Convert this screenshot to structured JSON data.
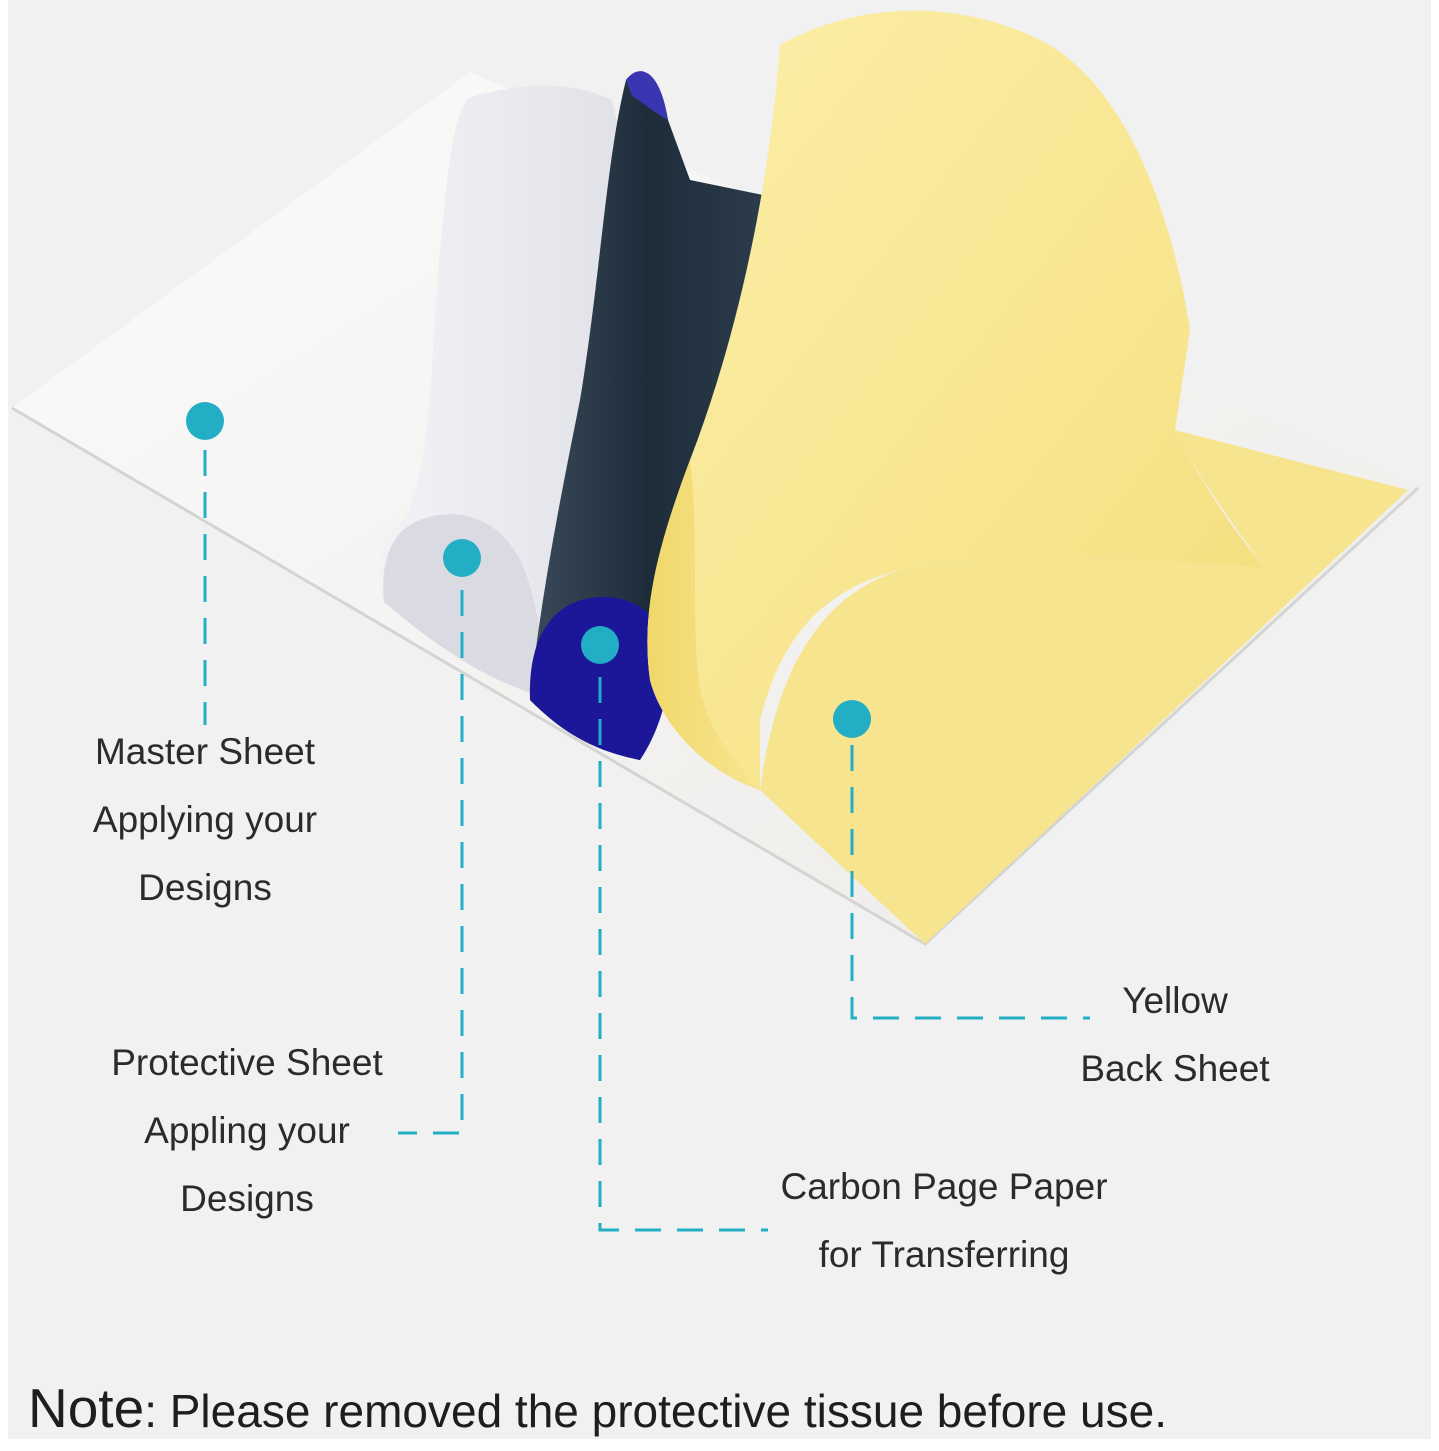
{
  "colors": {
    "background": "#f1f1f1",
    "marker": "#22aec5",
    "leader": "#22aec5",
    "master_sheet": "#f6f6f4",
    "protective_sheet": "#e9eaef",
    "carbon_sheet": "#263448",
    "carbon_inner": "#1c1698",
    "yellow_sheet": "#f8e693",
    "text": "#2b2b2b"
  },
  "labels": {
    "master": {
      "line1": "Master Sheet",
      "line2": "Applying your",
      "line3": "Designs"
    },
    "protective": {
      "line1": "Protective Sheet",
      "line2": "Appling your",
      "line3": "Designs"
    },
    "carbon": {
      "line1": "Carbon Page Paper",
      "line2": "for Transferring"
    },
    "yellow": {
      "line1": "Yellow",
      "line2": "Back Sheet"
    }
  },
  "note": {
    "prefix": "Note",
    "text": ": Please removed the protective tissue before use."
  }
}
